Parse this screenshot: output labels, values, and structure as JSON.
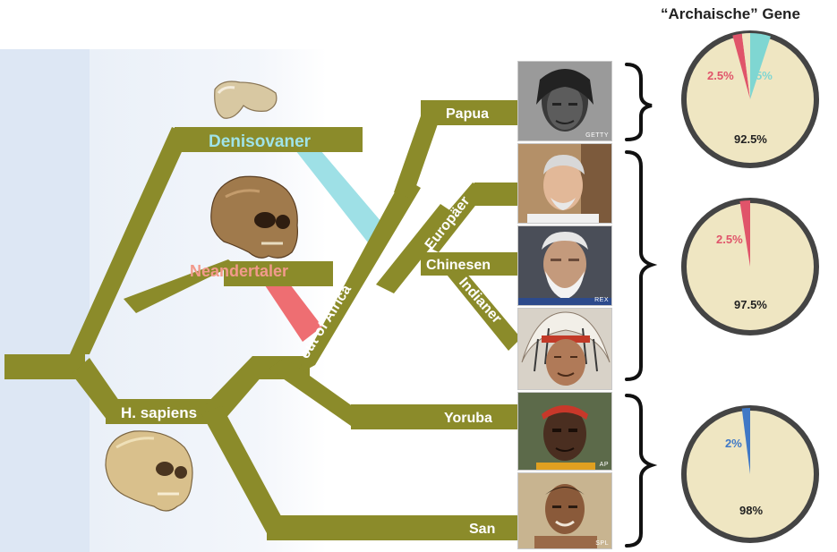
{
  "title": "“Archaische” Gene",
  "labels": {
    "denisovans": "Denisovaner",
    "neanderthals": "Neandertaler",
    "sapiens": "H. sapiens",
    "out_of_africa": "out of Africa",
    "papua": "Papua",
    "europeans": "Europäer",
    "chinese": "Chinesen",
    "indians": "Indianer",
    "yoruba": "Yoruba",
    "san": "San"
  },
  "photo_credits": {
    "papua": "GETTY",
    "chinese": "REX",
    "yoruba": "AP",
    "san": "SPL"
  },
  "pies": [
    {
      "group": "Papua",
      "slices": [
        {
          "label": "2.5%",
          "value": 2.5,
          "color": "#e0546a"
        },
        {
          "label": "5%",
          "value": 5,
          "color": "#7fd6d2"
        },
        {
          "label": "92.5%",
          "value": 92.5,
          "color": "#efe6c2"
        }
      ]
    },
    {
      "group": "Europäer, Chinesen, Indianer",
      "slices": [
        {
          "label": "2.5%",
          "value": 2.5,
          "color": "#e0546a"
        },
        {
          "label": "97.5%",
          "value": 97.5,
          "color": "#efe6c2"
        }
      ]
    },
    {
      "group": "Yoruba, San",
      "slices": [
        {
          "label": "2%",
          "value": 2,
          "color": "#3f78c6"
        },
        {
          "label": "98%",
          "value": 98,
          "color": "#efe6c2"
        }
      ]
    }
  ],
  "colors": {
    "branch": "#8b8b2a",
    "denisovan_flow": "#9ee0e6",
    "neanderthal_flow": "#ee6e72",
    "denisovan_text": "#9fe3e8",
    "neanderthal_text": "#f29a8c",
    "pie_rim": "#444444"
  }
}
